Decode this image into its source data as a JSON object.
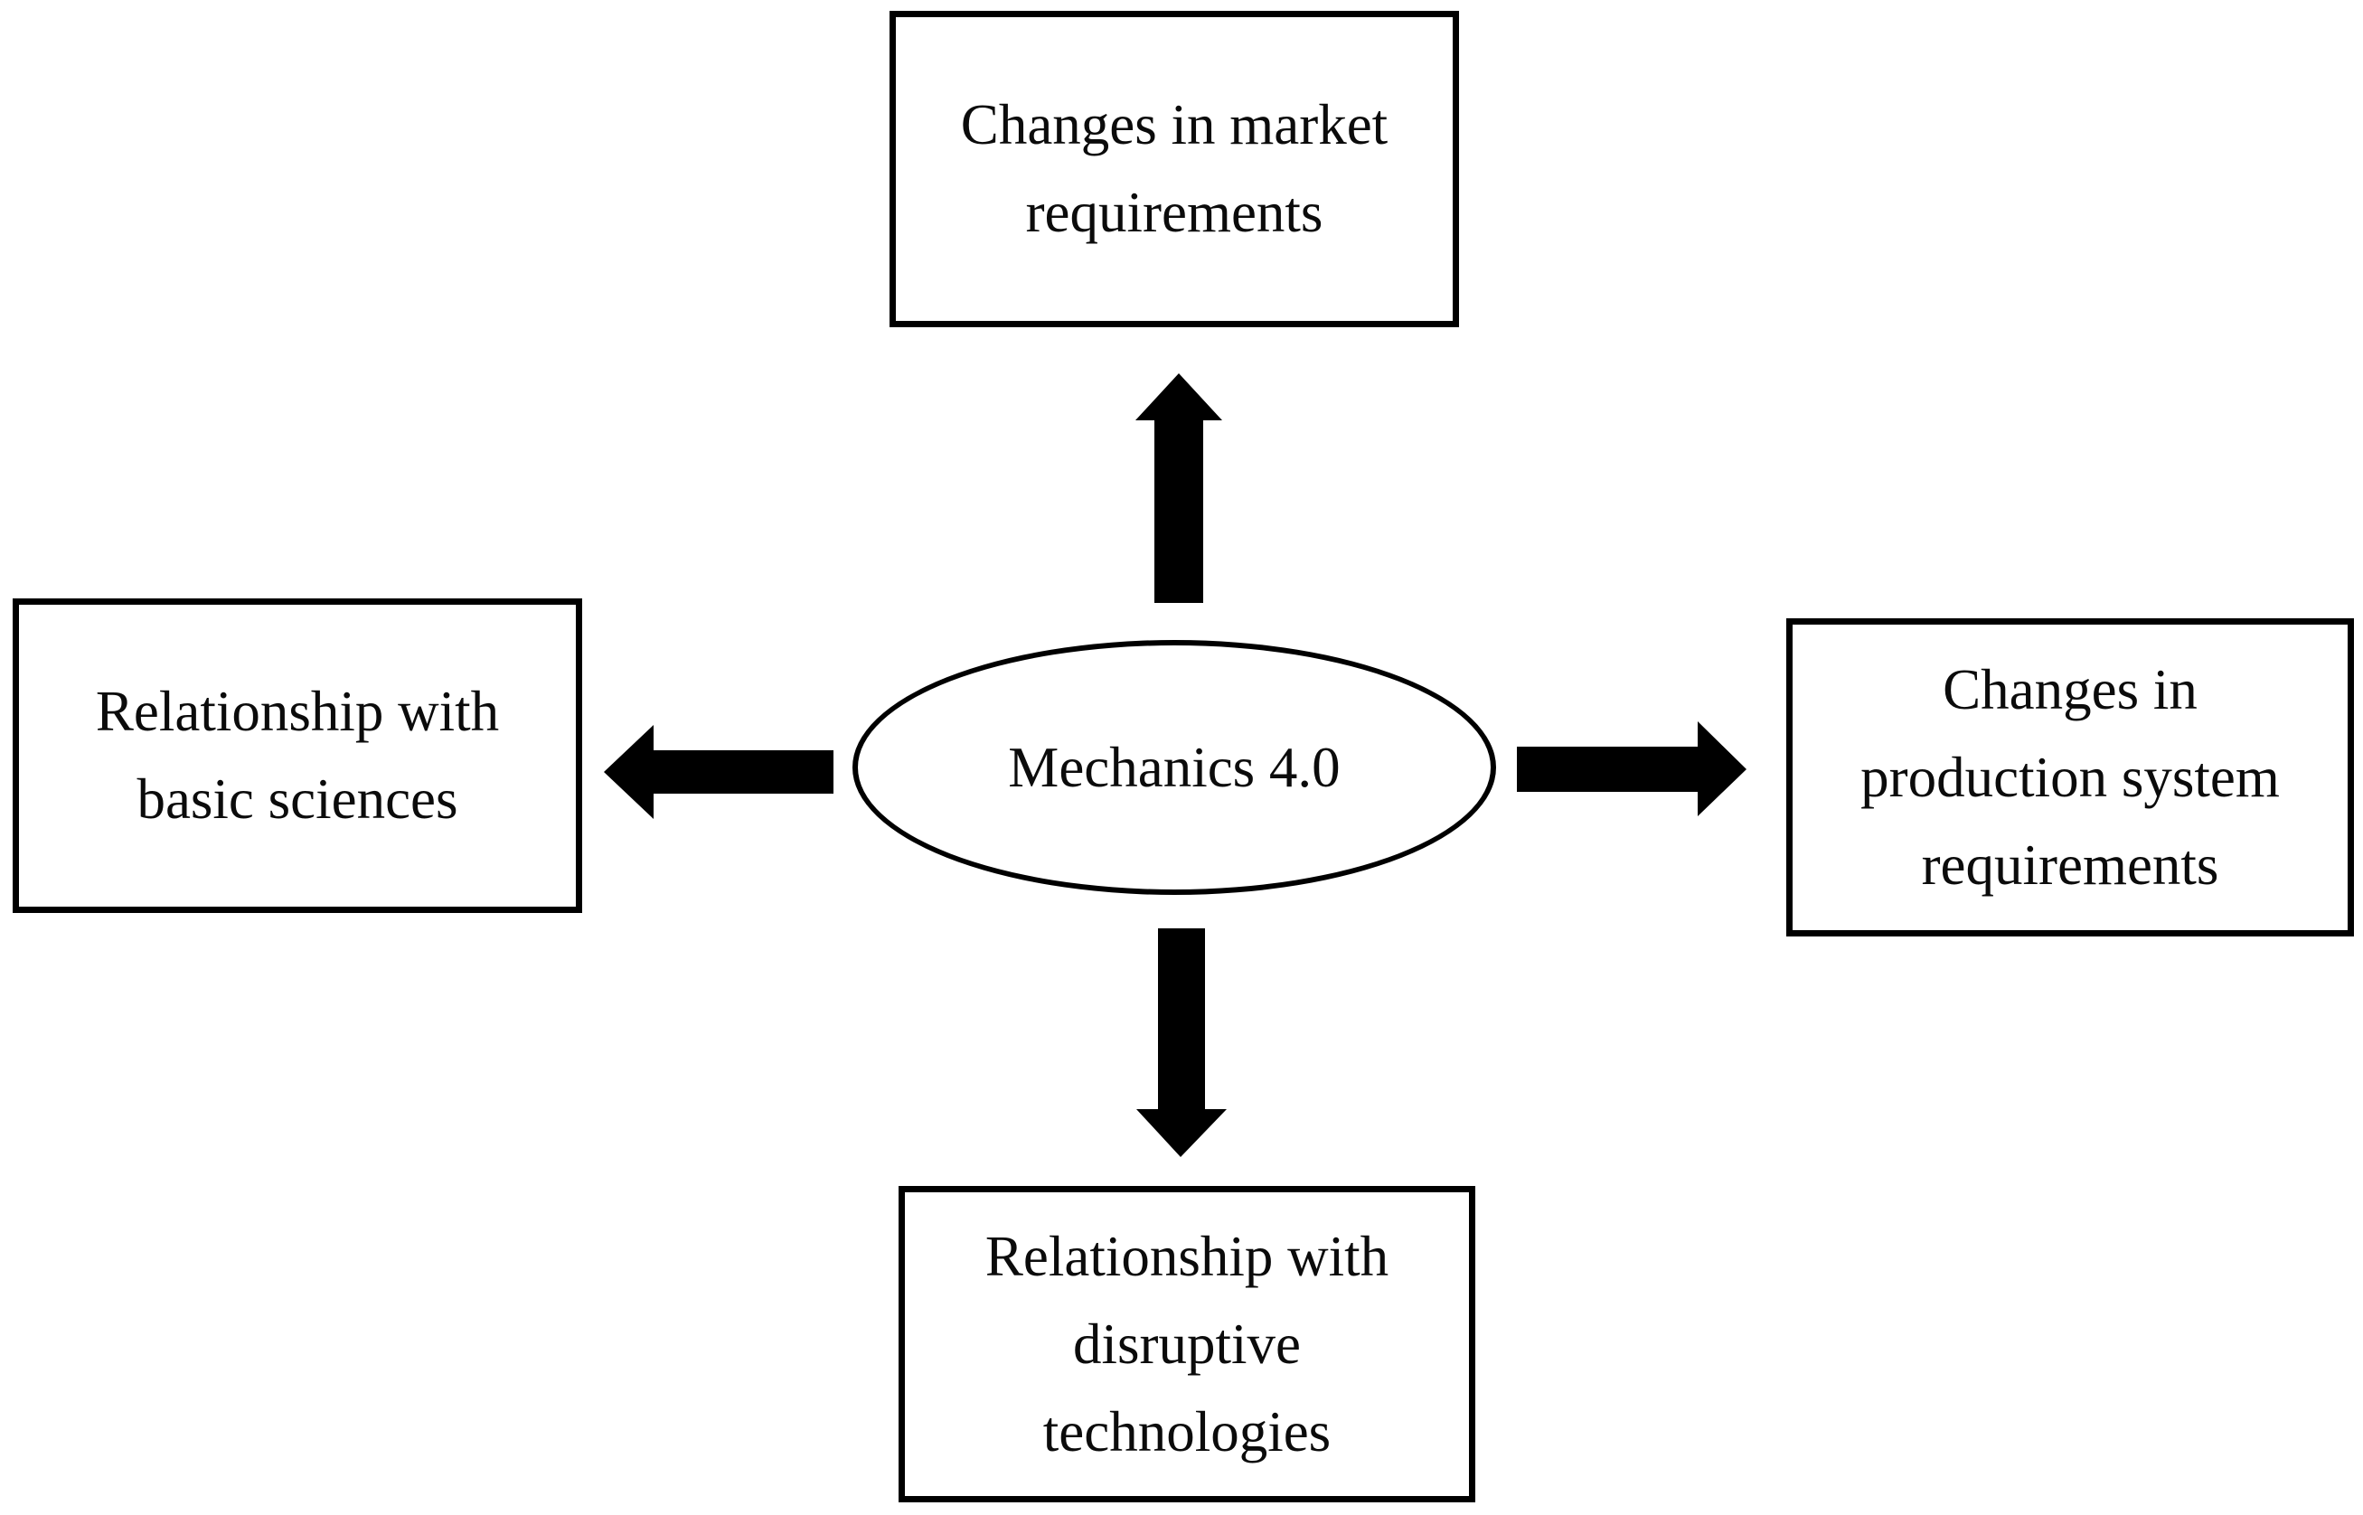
{
  "diagram": {
    "center": {
      "shape": "ellipse",
      "label": "Mechanics 4.0"
    },
    "nodes": {
      "top": {
        "label": "Changes in market requirements",
        "lines": [
          "Changes in market",
          "requirements"
        ]
      },
      "left": {
        "label": "Relationship with basic sciences",
        "lines": [
          "Relationship with",
          "basic sciences"
        ]
      },
      "right": {
        "label": "Changes in production system requirements",
        "lines": [
          "Changes in",
          "production system",
          "requirements"
        ]
      },
      "bottom": {
        "label": "Relationship with disruptive technologies",
        "lines": [
          "Relationship with",
          "disruptive",
          "technologies"
        ]
      }
    },
    "arrows": [
      {
        "icon": "arrow-up-icon",
        "direction": "up",
        "from": "center",
        "to": "top"
      },
      {
        "icon": "arrow-left-icon",
        "direction": "left",
        "from": "center",
        "to": "left"
      },
      {
        "icon": "arrow-right-icon",
        "direction": "right",
        "from": "center",
        "to": "right"
      },
      {
        "icon": "arrow-down-icon",
        "direction": "down",
        "from": "center",
        "to": "bottom"
      }
    ],
    "colors": {
      "stroke": "#000000",
      "arrow": "#000000",
      "fill": "#ffffff",
      "text": "#0b0b0b"
    }
  }
}
